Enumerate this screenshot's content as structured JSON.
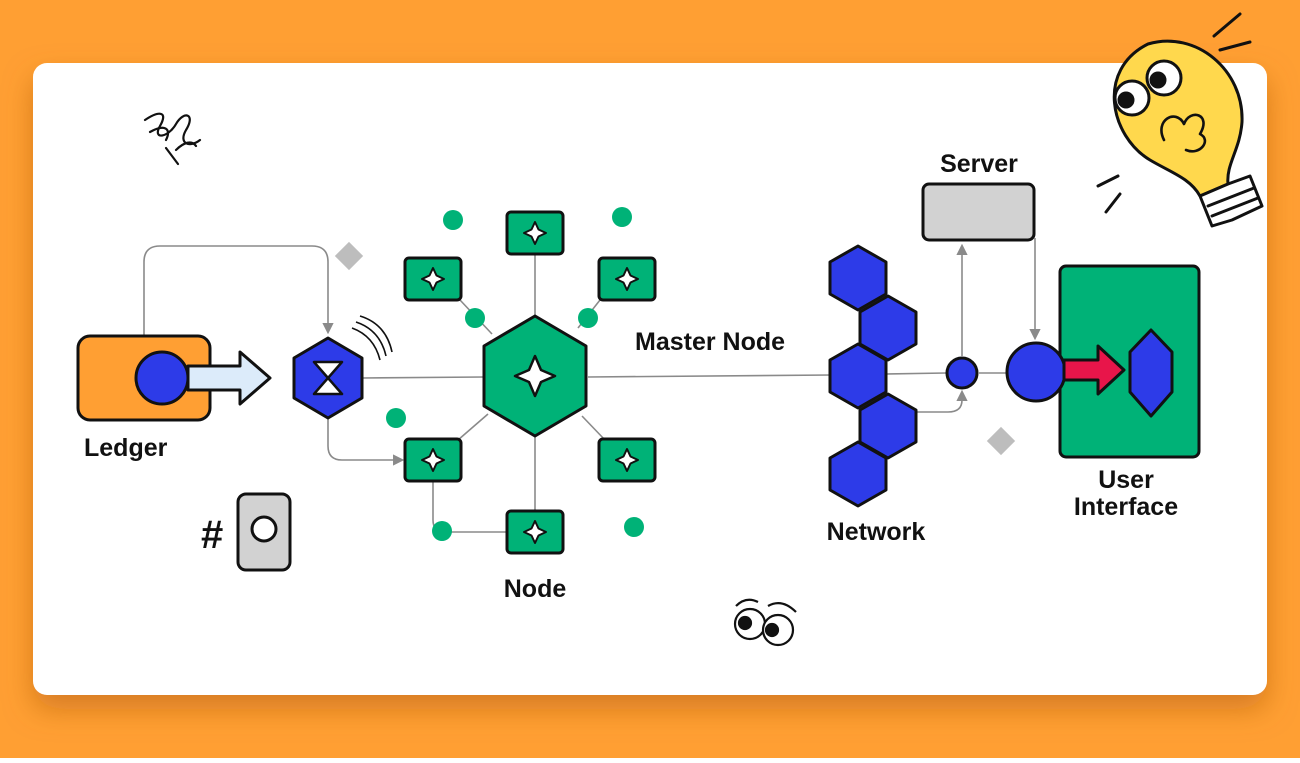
{
  "labels": {
    "ledger": "Ledger",
    "node": "Node",
    "master_node": "Master Node",
    "server": "Server",
    "network": "Network",
    "user_interface_line1": "User",
    "user_interface_line2": "Interface",
    "hash": "#"
  },
  "colors": {
    "background": "#FF9F33",
    "card": "#FFFFFF",
    "green": "#00B277",
    "blue": "#2D3BE8",
    "orange": "#FF9F33",
    "gray": "#D2D2D2",
    "red": "#E8154A",
    "light_blue": "#DCEBFA",
    "yellow": "#FFD84D",
    "outline": "#111111",
    "connector": "#8A8A8A",
    "diamond": "#BDBDBD"
  },
  "icons": {
    "sparkle": "sparkle-icon",
    "hourglass": "hourglass-icon",
    "lightbulb": "lightbulb-mascot-icon",
    "eyes": "googly-eyes-icon",
    "squiggle": "squiggle-icon"
  }
}
